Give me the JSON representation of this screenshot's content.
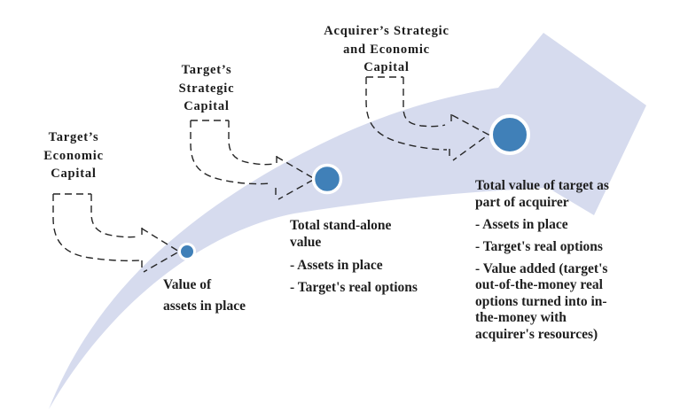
{
  "diagram": {
    "description": "Growth arrow diagram: value of acquisition target built up in three stages along a rising arrow",
    "colors": {
      "background": "#ffffff",
      "arrow_fill": "#d6dbee",
      "dot_fill": "#4080b8",
      "dot_ring": "#ffffff",
      "dashed_stroke": "#262626",
      "text": "#1f1f1f"
    },
    "capital_labels": {
      "first": {
        "line1": "Target’s",
        "line2": "Economic",
        "line3": "Capital"
      },
      "second": {
        "line1": "Target’s",
        "line2": "Strategic",
        "line3": "Capital"
      },
      "third": {
        "line1": "Acquirer’s Strategic",
        "line2": "and Economic",
        "line3": "Capital"
      }
    },
    "captions": {
      "first": {
        "line1": "Value of",
        "line2": "assets in place"
      },
      "middle": {
        "title_line1": "Total stand-alone",
        "title_line2": "value",
        "bullet1": "- Assets in place",
        "bullet2": "- Target's real options"
      },
      "right": {
        "title_line1": "Total value of target as",
        "title_line2": "part of acquirer",
        "bullet1": "- Assets in place",
        "bullet2": "- Target's real options",
        "bullet3_line1": "- Value added (target's",
        "bullet3_line2": "out-of-the-money real",
        "bullet3_line3": "options turned into in-",
        "bullet3_line4": "the-money with",
        "bullet3_line5": "acquirer's resources)"
      }
    },
    "milestone_dots": [
      {
        "name": "small",
        "stage": 1
      },
      {
        "name": "medium",
        "stage": 2
      },
      {
        "name": "large",
        "stage": 3
      }
    ]
  }
}
